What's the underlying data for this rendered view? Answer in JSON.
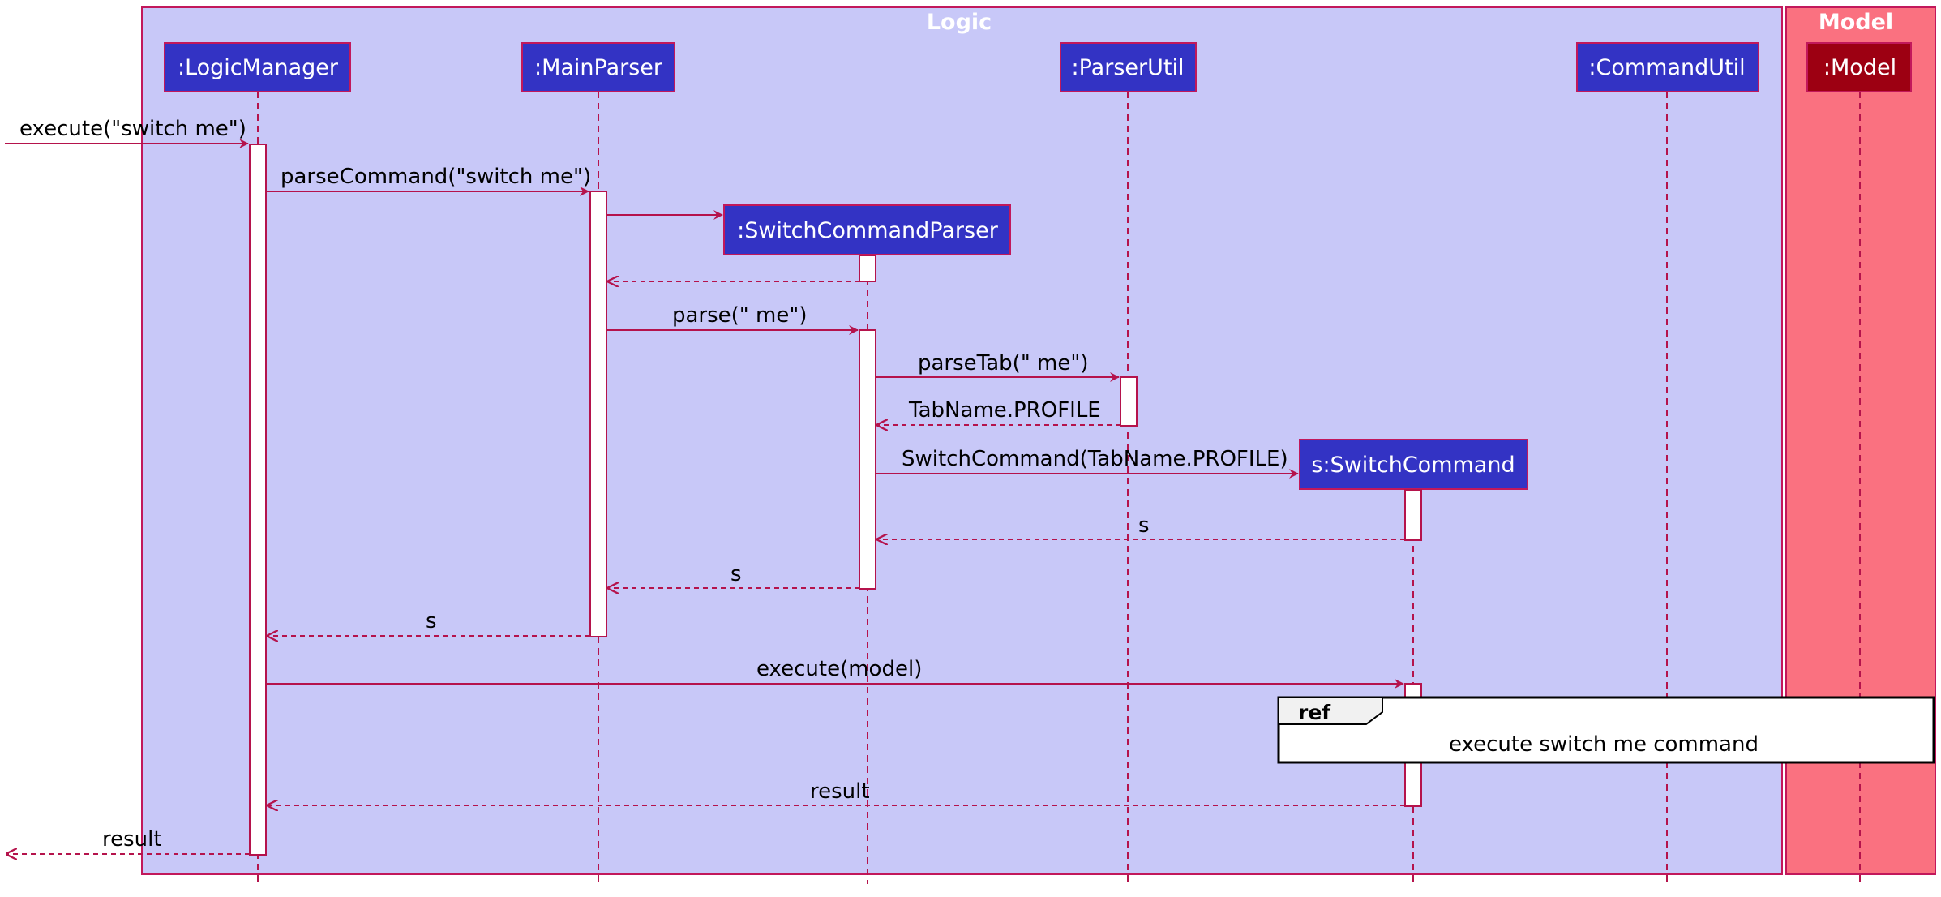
{
  "boxes": {
    "logic": "Logic",
    "model": "Model"
  },
  "participants": {
    "logic_manager": ":LogicManager",
    "main_parser": ":MainParser",
    "switch_command_parser": ":SwitchCommandParser",
    "parser_util": ":ParserUtil",
    "switch_command": "s:SwitchCommand",
    "command_util": ":CommandUtil",
    "model": ":Model"
  },
  "messages": {
    "execute_call": "execute(\"switch me\")",
    "parse_command_call": "parseCommand(\"switch me\")",
    "parse_call": "parse(\" me\")",
    "parse_tab_call": "parseTab(\" me\")",
    "parse_tab_return": "TabName.PROFILE",
    "switch_command_create": "SwitchCommand(TabName.PROFILE)",
    "return_s_to_parser": "s",
    "return_s_to_main_parser": "s",
    "return_s_to_logic_manager": "s",
    "execute_model_call": "execute(model)",
    "return_result_to_logic_manager": "result",
    "return_result_out": "result"
  },
  "ref_frame": {
    "tag": "ref",
    "text": "execute switch me command"
  },
  "colors": {
    "logic_box_fill": "#C8C8F8",
    "model_box_fill": "#FA7180",
    "box_border": "#C2185B",
    "participant_fill": "#3333C4",
    "model_participant_fill": "#9D0012",
    "arrow": "#B5134C",
    "participant_text": "#FFFFFF"
  }
}
